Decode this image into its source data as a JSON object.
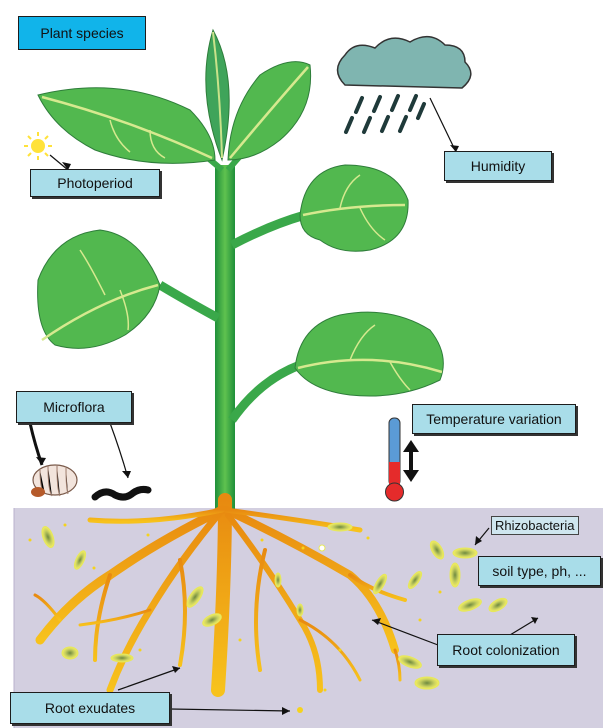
{
  "labels": {
    "plant_species": "Plant species",
    "photoperiod": "Photoperiod",
    "humidity": "Humidity",
    "microflora": "Microflora",
    "temperature": "Temperature variation",
    "rhizobacteria": "Rhizobacteria",
    "soil_type": "soil type, ph, ...",
    "root_colonization": "Root colonization",
    "root_exudates": "Root exudates"
  },
  "colors": {
    "soil": "#d3cfe0",
    "leaf": "#52b84f",
    "stem": "#3aa84a",
    "root": "#f1a81b",
    "label_fill": "#a9dde9",
    "title_fill": "#11b4ea",
    "cloud": "#7fb5b0"
  }
}
